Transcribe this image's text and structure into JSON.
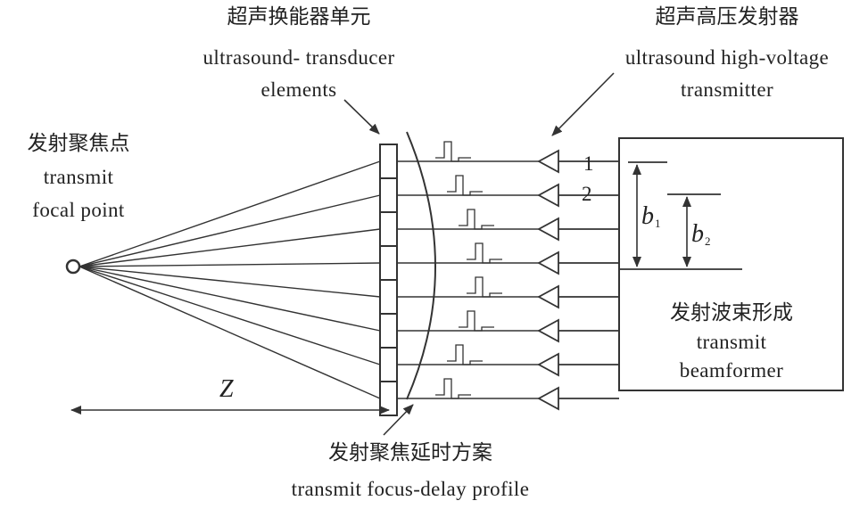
{
  "labels": {
    "transducer_elements": {
      "zh": "超声换能器单元",
      "en_1": "ultrasound- transducer",
      "en_2": "elements"
    },
    "hv_transmitter": {
      "zh": "超声高压发射器",
      "en_1": "ultrasound high-voltage",
      "en_2": "transmitter"
    },
    "focal_point": {
      "zh": "发射聚焦点",
      "en_1": "transmit",
      "en_2": "focal point"
    },
    "beamformer": {
      "zh": "发射波束形成",
      "en_1": "transmit",
      "en_2": "beamformer"
    },
    "delay_profile": {
      "zh": "发射聚焦延时方案",
      "en": "transmit focus-delay profile"
    },
    "distance": "Z",
    "channel_1": "1",
    "channel_2": "2",
    "delay_b1": {
      "base": "b",
      "sub": "1"
    },
    "delay_b2": {
      "base": "b",
      "sub": "2"
    }
  },
  "diagram": {
    "element_count": 8,
    "line_color": "#333333"
  }
}
